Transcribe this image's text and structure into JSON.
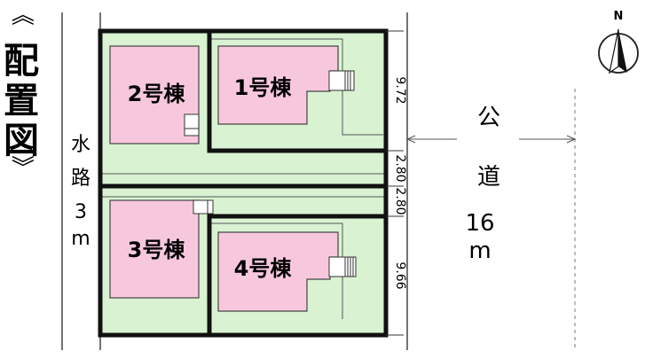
{
  "title": {
    "open_mark": "《",
    "text": "配置図",
    "close_mark": "》"
  },
  "compass": {
    "label": "N"
  },
  "waterway": {
    "label": "水路",
    "width": "3",
    "unit": "m"
  },
  "road": {
    "label_1": "公",
    "label_2": "道",
    "width": "16",
    "unit": "m"
  },
  "buildings": [
    {
      "label": "1号棟"
    },
    {
      "label": "2号棟"
    },
    {
      "label": "3号棟"
    },
    {
      "label": "4号棟"
    }
  ],
  "dimensions": {
    "frontage_1": "9.72",
    "passage_1": "2.80",
    "passage_2": "2.80",
    "frontage_4": "9.66"
  },
  "colors": {
    "lot_fill": "#d9f2d2",
    "building_fill": "#f7c8dd",
    "boundary": "#111111",
    "thin_line": "#444444"
  }
}
